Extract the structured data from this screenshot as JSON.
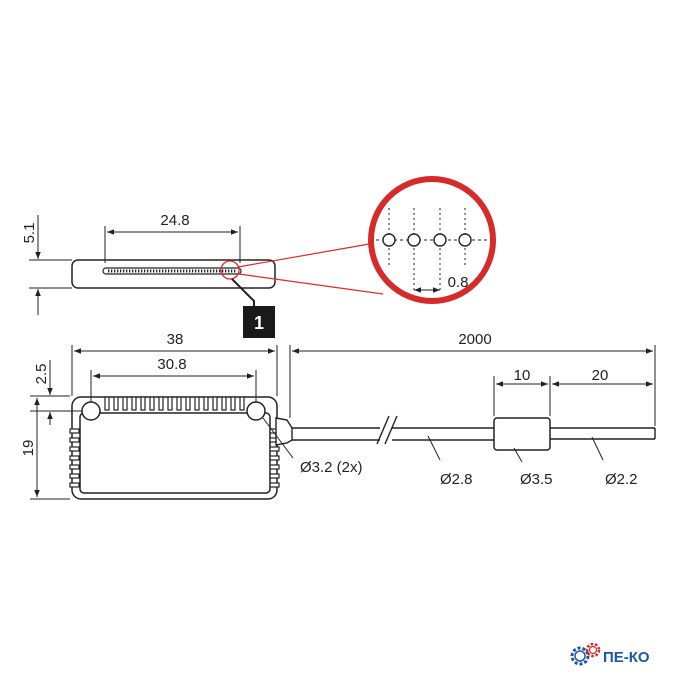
{
  "dimensions": {
    "top_height": "5.1",
    "top_width": "24.8",
    "pitch": "0.8",
    "overall_width": "38",
    "hole_spacing": "30.8",
    "cable_length": "2000",
    "hole_offset": "2.5",
    "overall_height": "19",
    "sleeve_length": "10",
    "tip_length": "20",
    "hole_diameter": "Ø3.2 (2x)",
    "cable_diameter": "Ø2.8",
    "sleeve_diameter": "Ø3.5",
    "tip_diameter": "Ø2.2"
  },
  "callout_number": "1",
  "brand": {
    "name": "ПЕ-КО",
    "color": "#1f57a7",
    "accent": "#d62b2b"
  },
  "colors": {
    "line": "#222222",
    "detail_circle": "#d62b2b",
    "callout_box": "#1a1a1a"
  }
}
